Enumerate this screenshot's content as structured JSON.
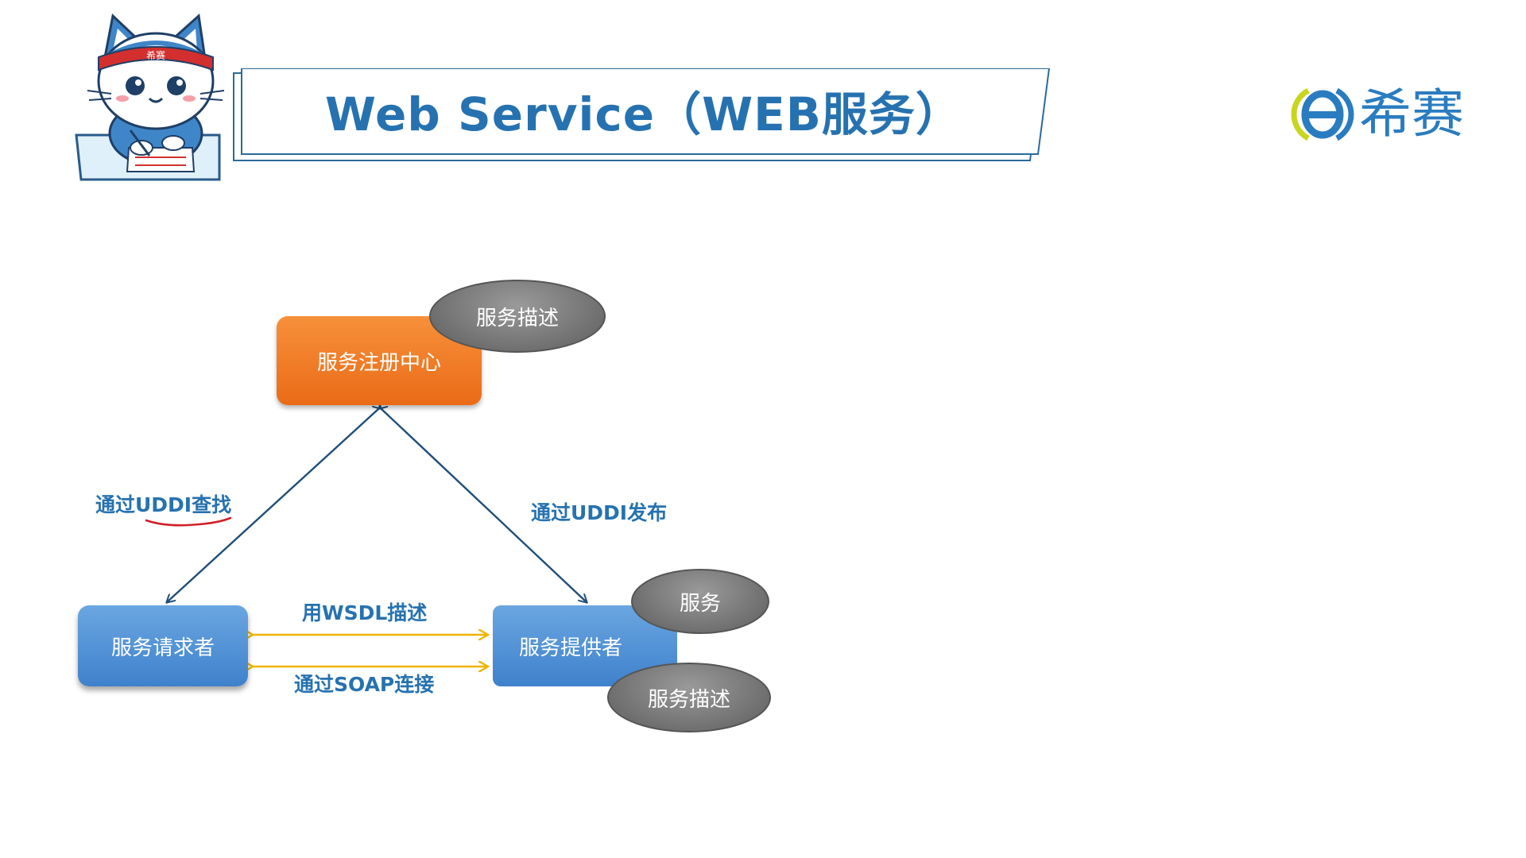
{
  "header": {
    "title": "Web Service（WEB服务）",
    "brand_text": "希赛",
    "mascot_badge": "希赛"
  },
  "diagram": {
    "nodes": {
      "registry": "服务注册中心",
      "registry_description": "服务描述",
      "requester": "服务请求者",
      "provider": "服务提供者",
      "provider_service": "服务",
      "provider_description": "服务描述"
    },
    "edges": {
      "find": "通过UDDI查找",
      "publish": "通过UDDI发布",
      "wsdl": "用WSDL描述",
      "soap": "通过SOAP连接"
    }
  },
  "colors": {
    "title_blue": "#2672b0",
    "registry_orange": "#f07d28",
    "node_blue": "#4f8fd5",
    "ellipse_gray": "#808080",
    "link_yellow": "#f0b400",
    "annotation_red": "#d0202a",
    "arrow_navy": "#1f4e79"
  }
}
